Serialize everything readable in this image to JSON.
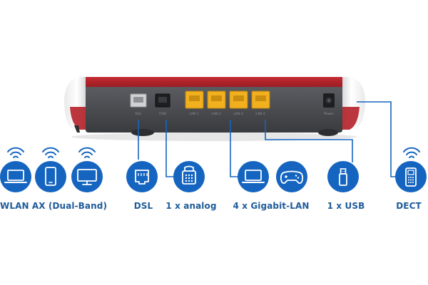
{
  "connections": [
    {
      "id": "wlan",
      "label": "WLAN AX (Dual-Band)",
      "icons": [
        "laptop-icon",
        "smartphone-icon",
        "monitor-icon"
      ]
    },
    {
      "id": "dsl",
      "label": "DSL",
      "icons": [
        "dsl-port-icon"
      ]
    },
    {
      "id": "analog",
      "label": "1 x analog",
      "icons": [
        "telephone-icon"
      ]
    },
    {
      "id": "lan",
      "label": "4 x Gigabit-LAN",
      "icons": [
        "laptop-icon",
        "gamepad-icon"
      ]
    },
    {
      "id": "usb",
      "label": "1 x USB",
      "icons": [
        "usb-stick-icon"
      ]
    },
    {
      "id": "dect",
      "label": "DECT",
      "icons": [
        "cordless-phone-icon"
      ]
    }
  ],
  "router_port_labels": [
    "DSL",
    "FON",
    "LAN 1",
    "LAN 2",
    "LAN 3",
    "LAN 4",
    "Power"
  ],
  "colors": {
    "accent_blue": "#1565c0",
    "label_blue": "#1f5b99",
    "router_red": "#b0212a",
    "router_body": "#4b4d52",
    "lan_yellow": "#f2b01e"
  }
}
